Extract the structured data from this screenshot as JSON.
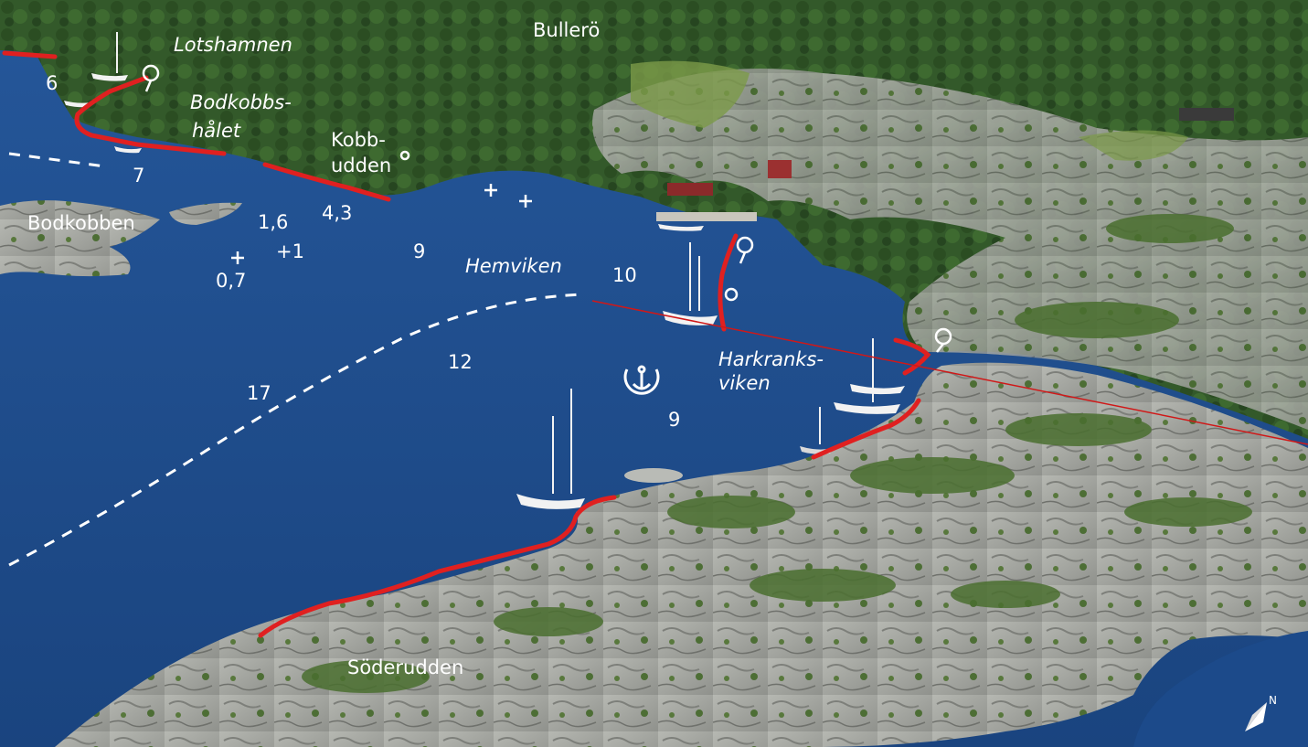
{
  "map": {
    "places": {
      "lotshamnen": "Lotshamnen",
      "bullero": "Bullerö",
      "bodkobbs_1": "Bodkobbs-",
      "bodkobbs_2": "hålet",
      "kobb_1": "Kobb-",
      "kobb_2": "udden",
      "bodkobben": "Bodkobben",
      "hemviken": "Hemviken",
      "harkranks_1": "Harkranks-",
      "harkranks_2": "viken",
      "soderudden": "Söderudden"
    },
    "depths": {
      "d6": "6",
      "d7": "7",
      "d16": "1,6",
      "d43": "4,3",
      "d9a": "9",
      "d1": "+1",
      "d07": "0,7",
      "d10": "10",
      "d12": "12",
      "d17": "17",
      "d9b": "9"
    },
    "compass_letter": "N",
    "icons": [
      "anchor-icon",
      "mooring-ring-icon",
      "rock-hazard-icon",
      "compass-icon"
    ],
    "colors": {
      "water": "#1f4f93",
      "rock": "#a7a9a4",
      "vegetation": "#3f6b2c",
      "mooring_line": "#e02020",
      "bearing_line": "#d01818",
      "route_line": "#ffffff"
    }
  }
}
